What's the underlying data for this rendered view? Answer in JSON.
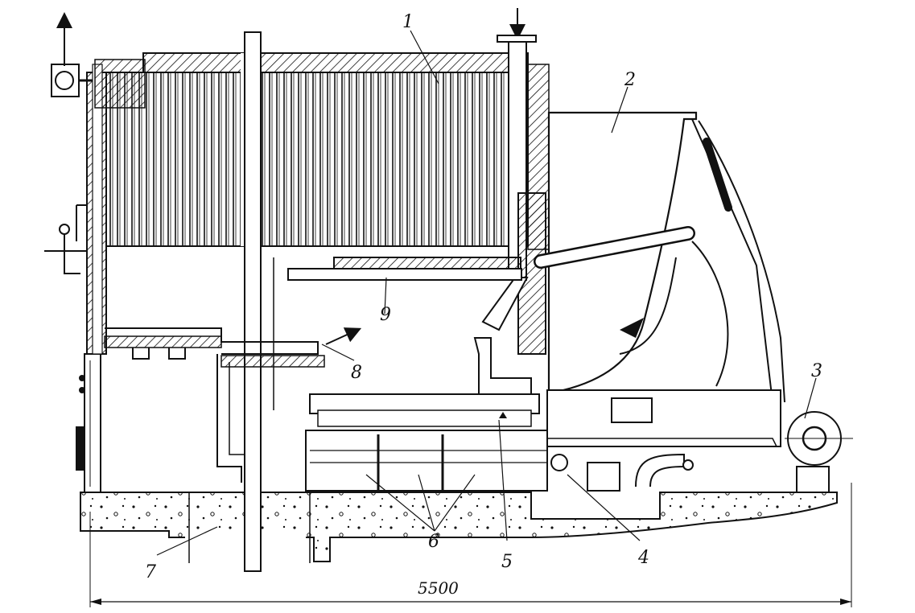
{
  "callouts": [
    "1",
    "2",
    "3",
    "4",
    "5",
    "6",
    "7",
    "8",
    "9"
  ],
  "dimension": "5500",
  "colors": {
    "ink": "#111111",
    "paper": "#ffffff"
  }
}
